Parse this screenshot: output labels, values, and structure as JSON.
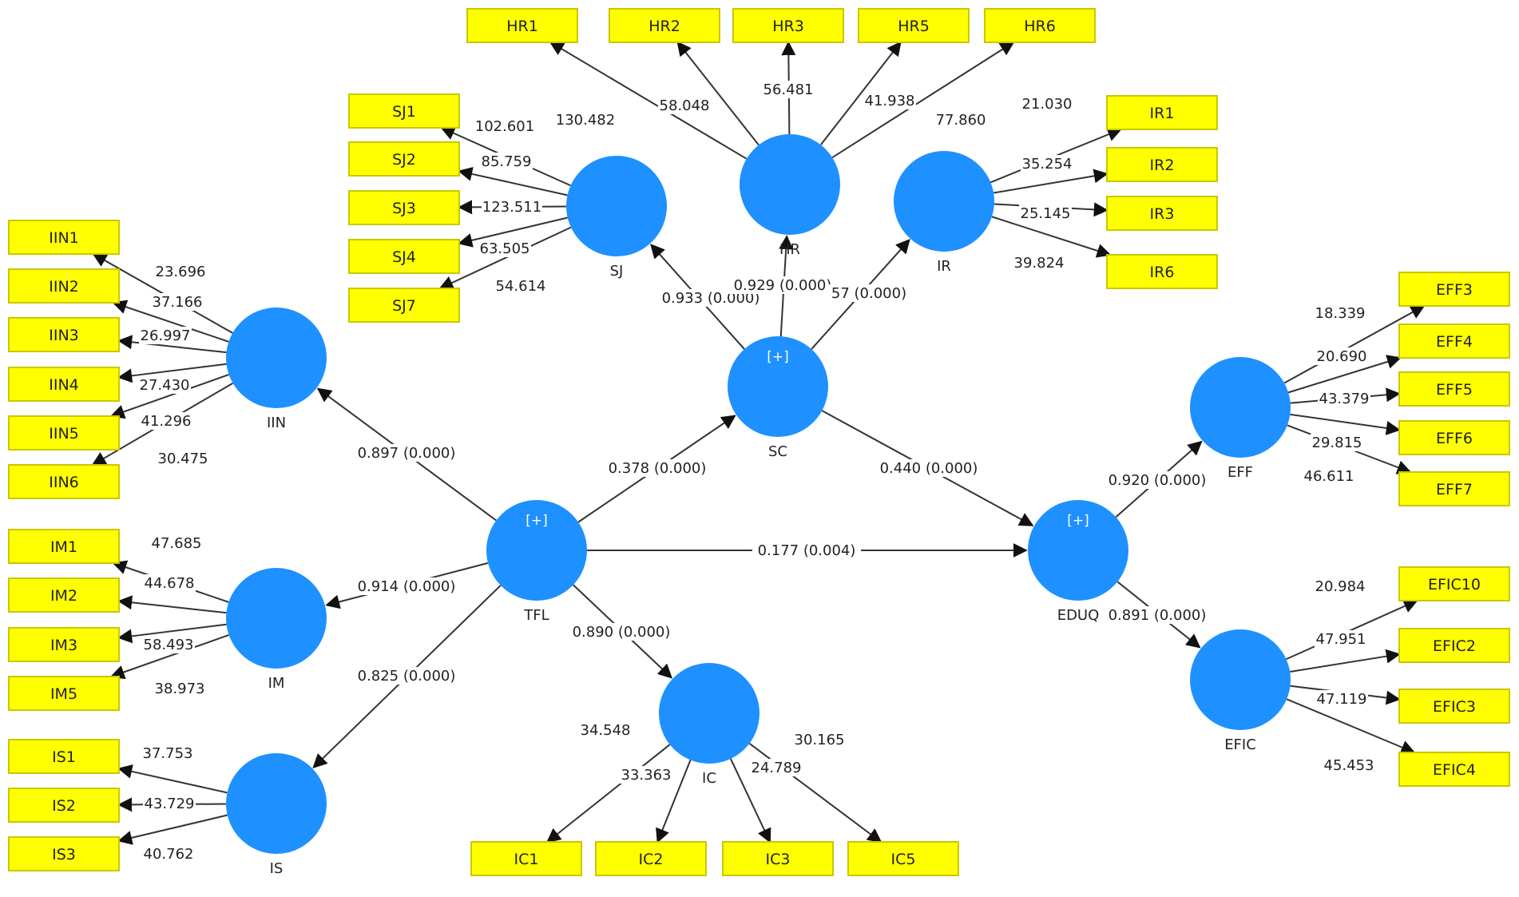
{
  "colors": {
    "background": "#ffffff",
    "construct_fill": "#1e90ff",
    "indicator_fill": "#ffff00",
    "indicator_border": "#c8c800",
    "line": "#333333",
    "text": "#222222"
  },
  "constructs": [
    {
      "id": "SJ",
      "label": "SJ",
      "marker": ""
    },
    {
      "id": "HR",
      "label": "HR",
      "marker": ""
    },
    {
      "id": "IR",
      "label": "IR",
      "marker": ""
    },
    {
      "id": "SC",
      "label": "SC",
      "marker": "[+]"
    },
    {
      "id": "IIN",
      "label": "IIN",
      "marker": ""
    },
    {
      "id": "IM",
      "label": "IM",
      "marker": ""
    },
    {
      "id": "IS",
      "label": "IS",
      "marker": ""
    },
    {
      "id": "TFL",
      "label": "TFL",
      "marker": "[+]"
    },
    {
      "id": "IC",
      "label": "IC",
      "marker": ""
    },
    {
      "id": "EDUQ",
      "label": "EDUQ",
      "marker": "[+]"
    },
    {
      "id": "EFF",
      "label": "EFF",
      "marker": ""
    },
    {
      "id": "EFIC",
      "label": "EFIC",
      "marker": ""
    }
  ],
  "indicators": [
    {
      "id": "HR1",
      "construct": "HR",
      "loading": "130.482"
    },
    {
      "id": "HR2",
      "construct": "HR",
      "loading": "58.048"
    },
    {
      "id": "HR3",
      "construct": "HR",
      "loading": "56.481"
    },
    {
      "id": "HR5",
      "construct": "HR",
      "loading": "41.938"
    },
    {
      "id": "HR6",
      "construct": "HR",
      "loading": "77.860"
    },
    {
      "id": "SJ1",
      "construct": "SJ",
      "loading": "102.601"
    },
    {
      "id": "SJ2",
      "construct": "SJ",
      "loading": "85.759"
    },
    {
      "id": "SJ3",
      "construct": "SJ",
      "loading": "123.511"
    },
    {
      "id": "SJ4",
      "construct": "SJ",
      "loading": "63.505"
    },
    {
      "id": "SJ7",
      "construct": "SJ",
      "loading": "54.614"
    },
    {
      "id": "IR1",
      "construct": "IR",
      "loading": "21.030"
    },
    {
      "id": "IR2",
      "construct": "IR",
      "loading": "35.254"
    },
    {
      "id": "IR3",
      "construct": "IR",
      "loading": "25.145"
    },
    {
      "id": "IR6",
      "construct": "IR",
      "loading": "39.824"
    },
    {
      "id": "IIN1",
      "construct": "IIN",
      "loading": "23.696"
    },
    {
      "id": "IIN2",
      "construct": "IIN",
      "loading": "37.166"
    },
    {
      "id": "IIN3",
      "construct": "IIN",
      "loading": "26.997"
    },
    {
      "id": "IIN4",
      "construct": "IIN",
      "loading": "27.430"
    },
    {
      "id": "IIN5",
      "construct": "IIN",
      "loading": "41.296"
    },
    {
      "id": "IIN6",
      "construct": "IIN",
      "loading": "30.475"
    },
    {
      "id": "IM1",
      "construct": "IM",
      "loading": "47.685"
    },
    {
      "id": "IM2",
      "construct": "IM",
      "loading": "44.678"
    },
    {
      "id": "IM3",
      "construct": "IM",
      "loading": "58.493"
    },
    {
      "id": "IM5",
      "construct": "IM",
      "loading": "38.973"
    },
    {
      "id": "IS1",
      "construct": "IS",
      "loading": "37.753"
    },
    {
      "id": "IS2",
      "construct": "IS",
      "loading": "43.729"
    },
    {
      "id": "IS3",
      "construct": "IS",
      "loading": "40.762"
    },
    {
      "id": "IC1",
      "construct": "IC",
      "loading": "34.548"
    },
    {
      "id": "IC2",
      "construct": "IC",
      "loading": "33.363"
    },
    {
      "id": "IC3",
      "construct": "IC",
      "loading": "24.789"
    },
    {
      "id": "IC5",
      "construct": "IC",
      "loading": "30.165"
    },
    {
      "id": "EFF3",
      "construct": "EFF",
      "loading": "18.339"
    },
    {
      "id": "EFF4",
      "construct": "EFF",
      "loading": "20.690"
    },
    {
      "id": "EFF5",
      "construct": "EFF",
      "loading": "43.379"
    },
    {
      "id": "EFF6",
      "construct": "EFF",
      "loading": "29.815"
    },
    {
      "id": "EFF7",
      "construct": "EFF",
      "loading": "46.611"
    },
    {
      "id": "EFIC10",
      "construct": "EFIC",
      "loading": "20.984"
    },
    {
      "id": "EFIC2",
      "construct": "EFIC",
      "loading": "47.951"
    },
    {
      "id": "EFIC3",
      "construct": "EFIC",
      "loading": "47.119"
    },
    {
      "id": "EFIC4",
      "construct": "EFIC",
      "loading": "45.453"
    }
  ],
  "paths": [
    {
      "id": "sc_sj",
      "from": "SC",
      "to": "SJ",
      "label": "0.933 (0.000)"
    },
    {
      "id": "sc_hr",
      "from": "SC",
      "to": "HR",
      "label": "0.929 (0.000)"
    },
    {
      "id": "sc_ir",
      "from": "SC",
      "to": "IR",
      "label": "57 (0.000)"
    },
    {
      "id": "tfl_iin",
      "from": "TFL",
      "to": "IIN",
      "label": "0.897 (0.000)"
    },
    {
      "id": "tfl_im",
      "from": "TFL",
      "to": "IM",
      "label": "0.914 (0.000)"
    },
    {
      "id": "tfl_is",
      "from": "TFL",
      "to": "IS",
      "label": "0.825 (0.000)"
    },
    {
      "id": "tfl_sc",
      "from": "TFL",
      "to": "SC",
      "label": "0.378 (0.000)"
    },
    {
      "id": "tfl_ic",
      "from": "TFL",
      "to": "IC",
      "label": "0.890 (0.000)"
    },
    {
      "id": "tfl_eduq",
      "from": "TFL",
      "to": "EDUQ",
      "label": "0.177 (0.004)"
    },
    {
      "id": "sc_eduq",
      "from": "SC",
      "to": "EDUQ",
      "label": "0.440 (0.000)"
    },
    {
      "id": "eduq_eff",
      "from": "EDUQ",
      "to": "EFF",
      "label": "0.920 (0.000)"
    },
    {
      "id": "eduq_efic",
      "from": "EDUQ",
      "to": "EFIC",
      "label": "0.891 (0.000)"
    }
  ]
}
